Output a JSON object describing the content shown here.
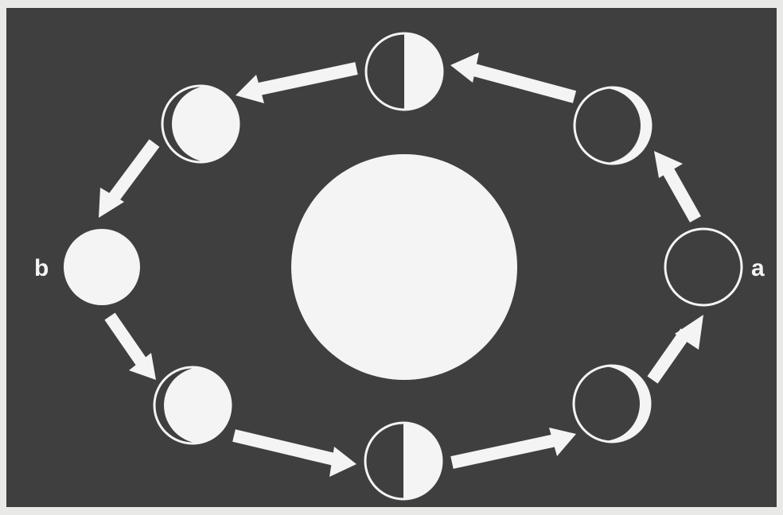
{
  "diagram": {
    "labels": {
      "a": "a",
      "b": "b"
    },
    "colors": {
      "background": "#3f3f3f",
      "foreground": "#f4f4f4",
      "border": "#e9e9e7"
    },
    "central_body": "earth",
    "phases": [
      {
        "id": "new-moon",
        "lit": "none"
      },
      {
        "id": "waxing-crescent-lower",
        "lit": "right-crescent"
      },
      {
        "id": "first-quarter-lower",
        "lit": "right-half"
      },
      {
        "id": "waxing-gibbous-lower",
        "lit": "right-gibbous"
      },
      {
        "id": "full-moon",
        "lit": "full"
      },
      {
        "id": "waning-gibbous-upper",
        "lit": "right-gibbous"
      },
      {
        "id": "last-quarter-upper",
        "lit": "right-half"
      },
      {
        "id": "waning-crescent-upper",
        "lit": "right-crescent"
      }
    ],
    "direction": "counter-clockwise"
  }
}
